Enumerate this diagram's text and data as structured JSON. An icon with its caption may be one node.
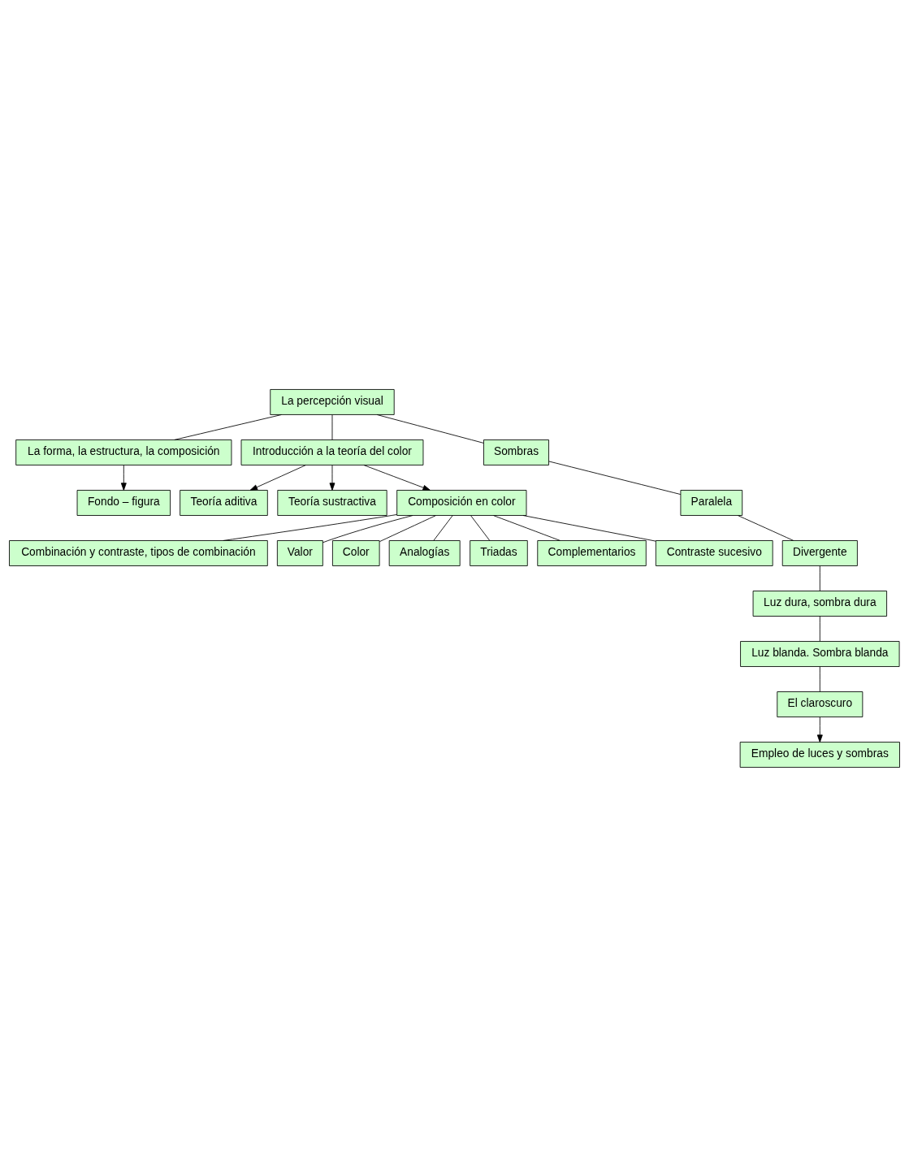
{
  "diagram": {
    "nodes": [
      {
        "text": [
          "La percepción visual"
        ]
      },
      {
        "text": [
          "La forma, la estructura, la composición"
        ]
      },
      {
        "text": [
          "Introducción a la teoría del color"
        ]
      },
      {
        "text": [
          "Sombras"
        ]
      },
      {
        "text": [
          "Fondo – figura"
        ]
      },
      {
        "text": [
          "Teoría aditiva"
        ]
      },
      {
        "text": [
          "Teoría sustractiva"
        ]
      },
      {
        "text": [
          "Composición en color"
        ]
      },
      {
        "text": [
          "Combinación y contraste, tipos de combinación"
        ]
      },
      {
        "text": [
          "Valor"
        ]
      },
      {
        "text": [
          "Color"
        ]
      },
      {
        "text": [
          "Analogías"
        ]
      },
      {
        "text": [
          "Triadas"
        ]
      },
      {
        "text": [
          "Complementarios"
        ]
      },
      {
        "text": [
          "Contraste sucesivo"
        ]
      },
      {
        "text": [
          "Paralela"
        ]
      },
      {
        "text": [
          "Divergente"
        ]
      },
      {
        "text": [
          "Luz dura, sombra dura"
        ]
      },
      {
        "text": [
          "Luz blanda. Sombra blanda"
        ]
      },
      {
        "text": [
          "El claroscuro"
        ]
      },
      {
        "text": [
          "Empleo de luces y sombras"
        ]
      }
    ],
    "edges": [
      {
        "from": 0,
        "to": 1,
        "arrow": "none"
      },
      {
        "from": 0,
        "to": 2,
        "arrow": "none"
      },
      {
        "from": 0,
        "to": 3,
        "arrow": "none"
      },
      {
        "from": 1,
        "to": 4,
        "arrow": "to"
      },
      {
        "from": 2,
        "to": 5,
        "arrow": "to"
      },
      {
        "from": 2,
        "to": 6,
        "arrow": "to"
      },
      {
        "from": 2,
        "to": 7,
        "arrow": "to"
      },
      {
        "from": 7,
        "to": 8,
        "arrow": "none"
      },
      {
        "from": 7,
        "to": 9,
        "arrow": "none"
      },
      {
        "from": 7,
        "to": 10,
        "arrow": "none"
      },
      {
        "from": 7,
        "to": 11,
        "arrow": "none"
      },
      {
        "from": 7,
        "to": 12,
        "arrow": "none"
      },
      {
        "from": 7,
        "to": 13,
        "arrow": "none"
      },
      {
        "from": 7,
        "to": 14,
        "arrow": "none"
      },
      {
        "from": 3,
        "to": 15,
        "arrow": "none"
      },
      {
        "from": 15,
        "to": 16,
        "arrow": "none"
      },
      {
        "from": 16,
        "to": 17,
        "arrow": "none"
      },
      {
        "from": 17,
        "to": 18,
        "arrow": "none"
      },
      {
        "from": 18,
        "to": 19,
        "arrow": "none"
      },
      {
        "from": 19,
        "to": 20,
        "arrow": "to"
      }
    ]
  }
}
